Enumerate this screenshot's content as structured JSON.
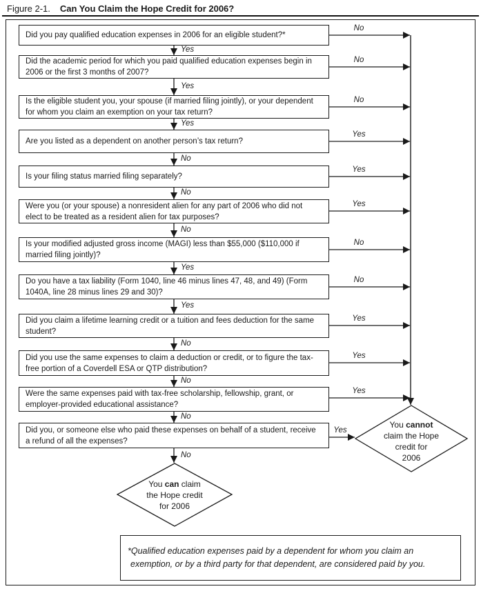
{
  "colors": {
    "ink": "#1a1a1a",
    "paper": "#ffffff"
  },
  "title": {
    "figure_label": "Figure 2-1.",
    "title_text": "Can You Claim the Hope Credit for 2006?"
  },
  "rows": [
    {
      "question": "Did you pay qualified education expenses in 2006 for an eligible student?*",
      "side_label": "No",
      "down_label": "Yes"
    },
    {
      "question": "Did the academic period for which you paid qualified education expenses begin in 2006 or the first 3 months of 2007?",
      "side_label": "No",
      "down_label": "Yes"
    },
    {
      "question": "Is the eligible student you, your spouse (if married filing jointly), or your dependent for whom you claim an exemption on your tax return?",
      "side_label": "No",
      "down_label": "Yes"
    },
    {
      "question": "Are you listed as a dependent on another person’s tax return?",
      "side_label": "Yes",
      "down_label": "No"
    },
    {
      "question": "Is your filing status married filing separately?",
      "side_label": "Yes",
      "down_label": "No"
    },
    {
      "question": "Were you (or your spouse) a nonresident alien for any part of 2006 who did not elect to be treated as a resident alien for tax purposes?",
      "side_label": "Yes",
      "down_label": "No"
    },
    {
      "question": "Is your modified adjusted gross income (MAGI) less than $55,000 ($110,000 if married filing jointly)?",
      "side_label": "No",
      "down_label": "Yes"
    },
    {
      "question": "Do you have a tax liability (Form 1040, line 46 minus lines 47, 48, and 49) (Form 1040A, line 28 minus lines 29 and 30)?",
      "side_label": "No",
      "down_label": "Yes"
    },
    {
      "question": "Did you claim a lifetime learning credit or a tuition and fees deduction for the same student?",
      "side_label": "Yes",
      "down_label": "No"
    },
    {
      "question": "Did you use the same expenses to claim a deduction or credit, or to figure the tax-free portion of a Coverdell ESA or QTP distribution?",
      "side_label": "Yes",
      "down_label": "No"
    },
    {
      "question": "Were the same expenses paid with tax-free scholarship, fellowship, grant, or employer-provided educational assistance?",
      "side_label": "Yes",
      "down_label": "No"
    },
    {
      "question": "Did you, or someone else who paid these expenses on behalf of a student, receive a refund of all the expenses?",
      "side_label": "Yes",
      "down_label": "No"
    }
  ],
  "results": {
    "can": {
      "line1_pre": "You ",
      "line1_bold": "can",
      "line1_post": " claim",
      "line2": "the Hope credit",
      "line3": "for 2006"
    },
    "cannot": {
      "line1_pre": "You ",
      "line1_bold": "cannot",
      "line2": "claim the Hope",
      "line3": "credit for",
      "line4": "2006"
    }
  },
  "footnote": {
    "line1": "*Qualified education expenses paid by a dependent for whom you claim an",
    "line2": "exemption, or by a third party for that dependent, are considered paid by you."
  }
}
